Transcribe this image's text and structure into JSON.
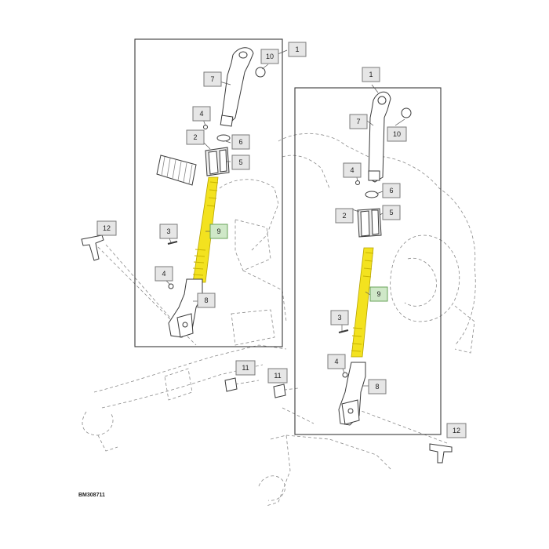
{
  "figure_code": "BM308711",
  "callouts": {
    "left": {
      "c1": "1",
      "c10": "10",
      "c7": "7",
      "c4a": "4",
      "c2": "2",
      "c6": "6",
      "c5": "5",
      "c3": "3",
      "c9": "9",
      "c4b": "4",
      "c8": "8",
      "c12": "12",
      "c11": "11"
    },
    "right": {
      "c1": "1",
      "c7": "7",
      "c10": "10",
      "c4a": "4",
      "c6": "6",
      "c2": "2",
      "c5": "5",
      "c9": "9",
      "c3": "3",
      "c4b": "4",
      "c8": "8",
      "c11": "11",
      "c12": "12"
    }
  },
  "colors": {
    "highlight_part": "#f3e21f",
    "highlight_callout": "#cfe8c8"
  }
}
